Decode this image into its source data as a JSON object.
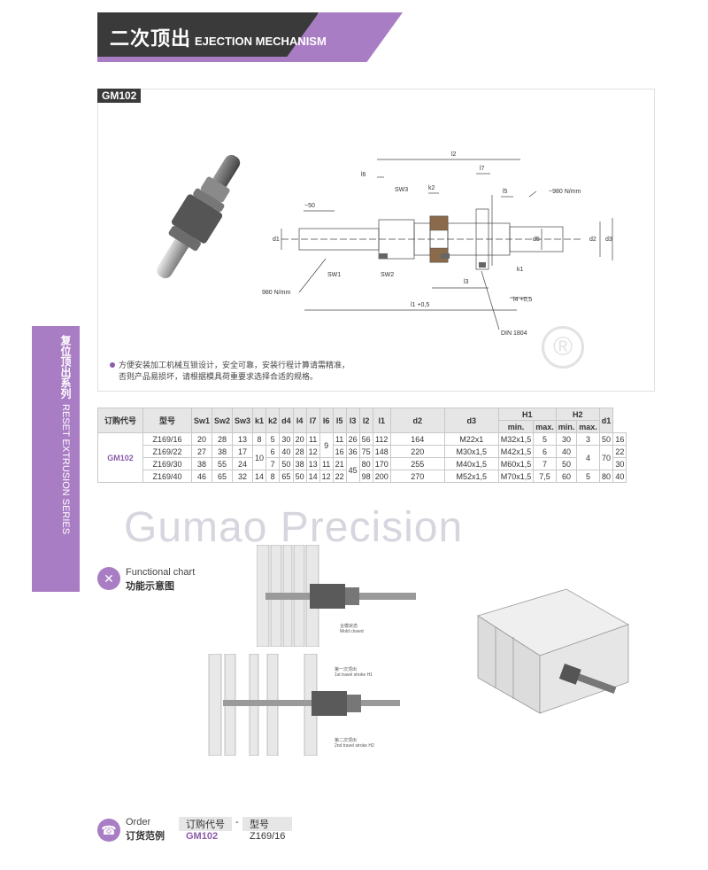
{
  "header": {
    "title_cn": "二次顶出",
    "title_en": "EJECTION MECHANISM"
  },
  "model_tag": "GM102",
  "sidebar": {
    "cn": "复位顶出系列",
    "en": "RESET EXTRUSION SERIES"
  },
  "drawing": {
    "labels": {
      "l2": "l2",
      "l6": "l6",
      "l7": "l7",
      "sw3": "SW3",
      "k2": "k2",
      "l5": "l5",
      "spring_top": "~980 N/mm",
      "approx50": "~50",
      "d1": "d1",
      "d5": "d5",
      "d2": "d2",
      "d3": "d3",
      "sw1": "SW1",
      "sw2": "SW2",
      "l3": "l3",
      "k1": "k1",
      "l4": "l4 +0,5",
      "spring_bottom": "980 N/mm",
      "l1": "l1 +0,5",
      "din": "DIN 1804"
    }
  },
  "bullet": {
    "line1": "方便安装加工机械互锁设计，安全可靠，安装行程计算请需精准，",
    "line2": "否则产品易损坏，请根据模具荷重要求选择合适的规格。"
  },
  "table": {
    "headers_top": [
      "订购代号",
      "型号",
      "Sw1",
      "Sw2",
      "Sw3",
      "k1",
      "k2",
      "d4",
      "l4",
      "l7",
      "l6",
      "l5",
      "l3",
      "l2",
      "l1",
      "d2",
      "d3",
      "H1",
      "H2",
      "d1"
    ],
    "sub_headers": [
      "min.",
      "max.",
      "min.",
      "max."
    ],
    "order_code": "GM102",
    "rows": [
      [
        "Z169/16",
        "20",
        "28",
        "13",
        "8",
        "5",
        "30",
        "20",
        "11",
        "9",
        "11",
        "26",
        "56",
        "112",
        "164",
        "M22x1",
        "M32x1,5",
        "5",
        "30",
        "3",
        "50",
        "16"
      ],
      [
        "Z169/22",
        "27",
        "38",
        "17",
        "10",
        "6",
        "40",
        "28",
        "12",
        "9",
        "16",
        "36",
        "75",
        "148",
        "220",
        "M30x1,5",
        "M42x1,5",
        "6",
        "40",
        "4",
        "70",
        "22"
      ],
      [
        "Z169/30",
        "38",
        "55",
        "24",
        "10",
        "7",
        "50",
        "38",
        "13",
        "11",
        "21",
        "45",
        "80",
        "170",
        "255",
        "M40x1,5",
        "M60x1,5",
        "7",
        "50",
        "4",
        "70",
        "30"
      ],
      [
        "Z169/40",
        "46",
        "65",
        "32",
        "14",
        "8",
        "65",
        "50",
        "14",
        "12",
        "22",
        "45",
        "98",
        "200",
        "270",
        "M52x1,5",
        "M70x1,5",
        "7,5",
        "60",
        "5",
        "80",
        "40"
      ]
    ]
  },
  "watermark": "Gumao Precision",
  "functional": {
    "title_en": "Functional chart",
    "title_cn": "功能示意图",
    "cap1_cn": "合模状态",
    "cap1_en": "Mold closed",
    "cap2_cn": "第一次顶出",
    "cap2_en": "1st travel stroke H1",
    "cap3_cn": "第二次顶出",
    "cap3_en": "2nd travel stroke H2"
  },
  "order": {
    "title_en": "Order",
    "title_cn": "订货范例",
    "col1_head": "订购代号",
    "dash": "-",
    "col2_head": "型号",
    "col1_val": "GM102",
    "col2_val": "Z169/16"
  },
  "colors": {
    "brand_purple": "#a97dc4",
    "dark": "#3a3a3a"
  }
}
